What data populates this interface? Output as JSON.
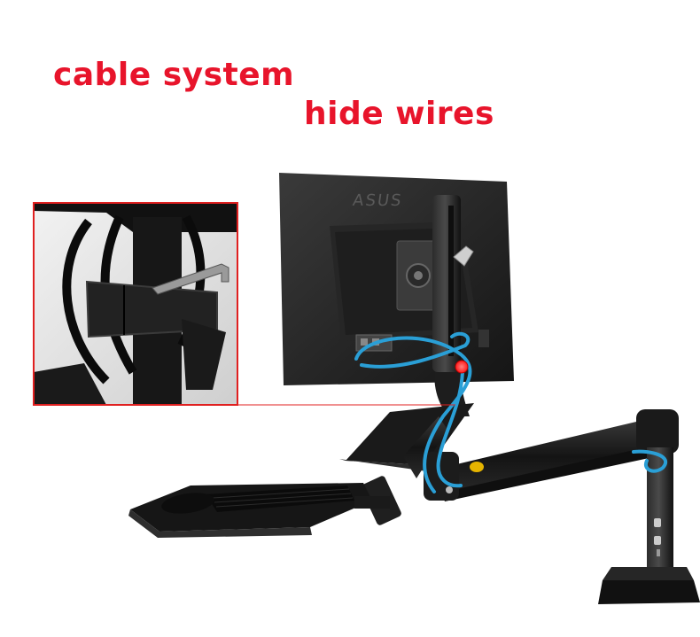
{
  "captions": {
    "primary": "cable system",
    "secondary": "hide wires"
  },
  "monitor": {
    "brand": "ASUS"
  },
  "colors": {
    "caption": "#e8142b",
    "inset_border": "#e02020",
    "cable": "#2a9fd6",
    "hardware": "#1b1b1b",
    "background": "#ffffff",
    "marker": "#ff2a2a"
  },
  "icons": {
    "brand_logo": "nb-logo-icon"
  }
}
